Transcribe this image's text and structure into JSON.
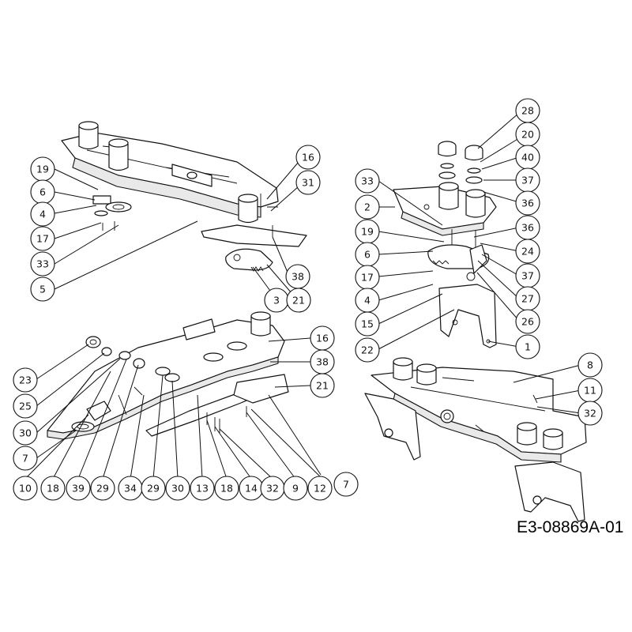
{
  "document_code": "E3-08869A-01",
  "highlight_color": "#fff59a",
  "highlighted_part": "4",
  "callouts": {
    "a_19": "19",
    "a_6": "6",
    "a_4": "4",
    "a_17": "17",
    "a_33": "33",
    "a_5": "5",
    "a_16": "16",
    "a_31": "31",
    "a_38": "38",
    "a_3": "3",
    "a_21": "21",
    "b_28": "28",
    "b_20": "20",
    "b_40": "40",
    "b_37a": "37",
    "b_36a": "36",
    "b_33": "33",
    "b_2": "2",
    "b_36b": "36",
    "b_19": "19",
    "b_24": "24",
    "b_6": "6",
    "b_37b": "37",
    "b_17": "17",
    "b_27": "27",
    "b_4": "4",
    "b_26": "26",
    "b_15": "15",
    "b_22": "22",
    "b_1": "1",
    "c_23": "23",
    "c_25": "25",
    "c_30": "30",
    "c_7a": "7",
    "c_16": "16",
    "c_38": "38",
    "c_21": "21",
    "c_10": "10",
    "c_18a": "18",
    "c_39": "39",
    "c_29a": "29",
    "c_34": "34",
    "c_29b": "29",
    "c_30b": "30",
    "c_13": "13",
    "c_18b": "18",
    "c_14": "14",
    "c_32": "32",
    "c_9": "9",
    "c_12": "12",
    "c_7b": "7",
    "d_8": "8",
    "d_11": "11",
    "d_32": "32"
  }
}
